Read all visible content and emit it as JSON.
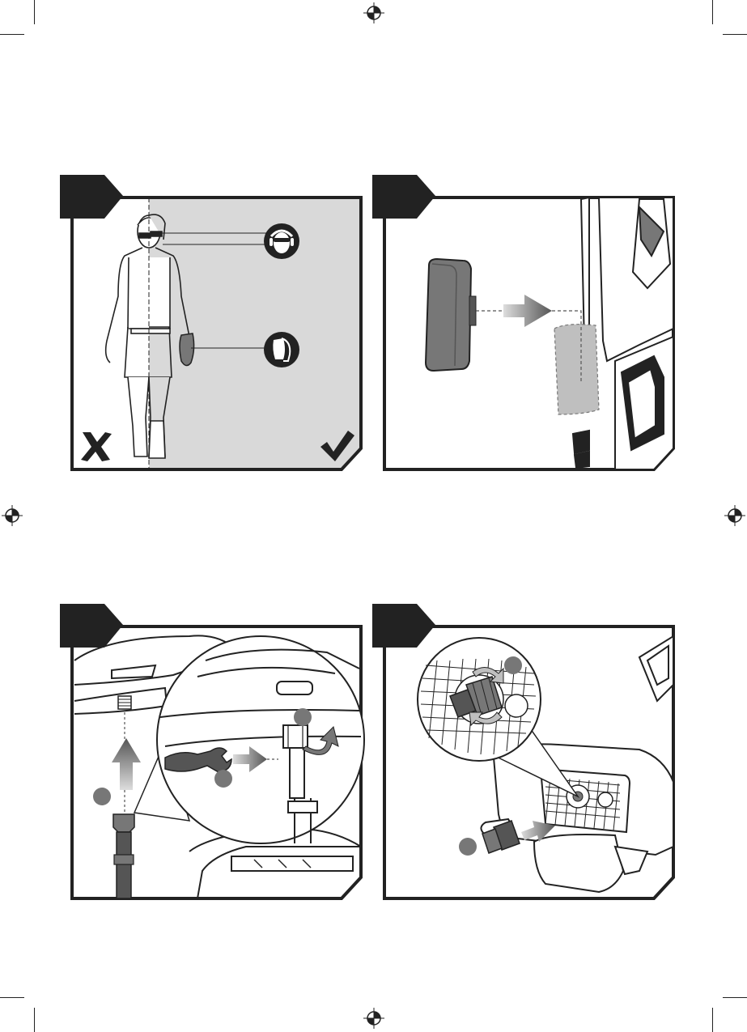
{
  "page": {
    "colors": {
      "ink": "#222222",
      "panel_gray": "#d9d9d9",
      "mid_gray": "#777777",
      "light_gray": "#bfbfbf",
      "white": "#ffffff"
    }
  },
  "figures": [
    {
      "id": "fig-1",
      "icons": [
        "eye-ear-protection-icon",
        "gloves-icon",
        "cross-mark-icon",
        "check-mark-icon"
      ]
    },
    {
      "id": "fig-2",
      "icons": [
        "holder-part",
        "arrow-right-icon",
        "machine-body"
      ]
    },
    {
      "id": "fig-3",
      "icons": [
        "pipe-fitting",
        "arrow-up-icon",
        "wrench-icon",
        "arrow-right-icon",
        "rotate-arrow-icon"
      ]
    },
    {
      "id": "fig-4",
      "icons": [
        "hose-connector",
        "rotate-arrows-icon",
        "arrow-right-icon",
        "water-inlet-grille"
      ]
    }
  ]
}
